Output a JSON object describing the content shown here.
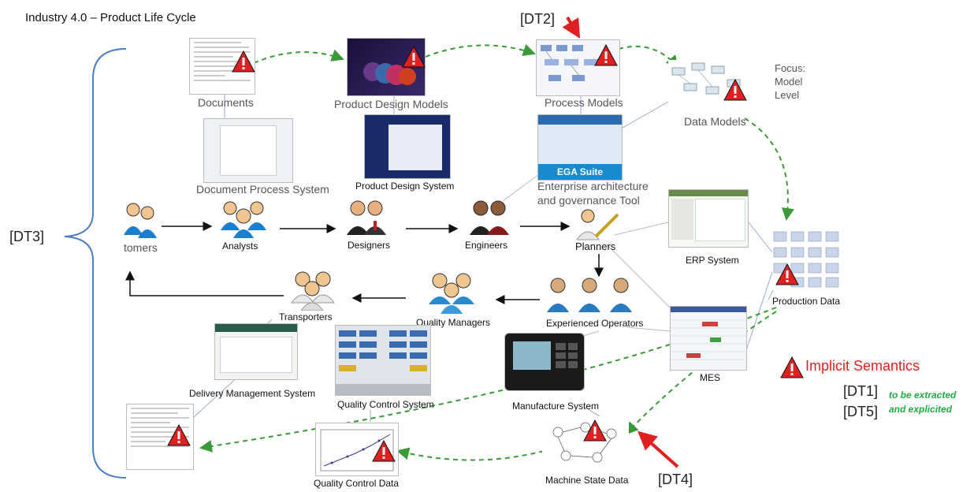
{
  "title": "Industry 4.0 – Product Life Cycle",
  "tags": {
    "dt1": "[DT1]",
    "dt2": "[DT2]",
    "dt3": "[DT3]",
    "dt4": "[DT4]",
    "dt5": "[DT5]"
  },
  "models": {
    "documents": "Documents",
    "product_design_models": "Product Design Models",
    "process_models": "Process Models",
    "data_models": "Data Models",
    "focus": [
      "Focus:",
      "Model",
      "Level"
    ]
  },
  "systems": {
    "document_process": "Document Process System",
    "product_design": "Product Design System",
    "enterprise_arch_1": "Enterprise architecture",
    "enterprise_arch_2": "and governance Tool",
    "erp": "ERP System",
    "mes": "MES",
    "production_data": "Production Data",
    "quality_control_system": "Quality Control System",
    "manufacture_system": "Manufacture System",
    "delivery_management": "Delivery Management System",
    "quality_control_data": "Quality Control Data",
    "machine_state_data": "Machine State Data",
    "ega_suite": "EGA Suite"
  },
  "actors": {
    "customers": "tomers",
    "analysts": "Analysts",
    "designers": "Designers",
    "engineers": "Engineers",
    "planners": "Planners",
    "transporters": "Transporters",
    "quality_managers": "Quality Managers",
    "experienced_operators": "Experienced Operators"
  },
  "legend": {
    "implicit_semantics": "Implicit Semantics",
    "extracted_1": "to be extracted",
    "extracted_2": "and explicited"
  },
  "colors": {
    "warning_red": "#e02020",
    "arrow_green": "#3a9a3a",
    "brace_blue": "#4a7fc7",
    "legend_green": "#22aa44"
  }
}
